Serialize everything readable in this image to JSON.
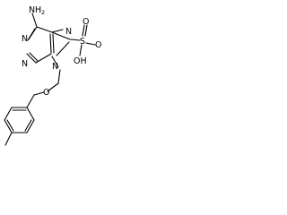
{
  "molecule": {
    "atoms": {
      "amine_n": "N",
      "amine_h": "H",
      "amine_sub": "2",
      "ring_n1": "N",
      "ring_n3": "N",
      "ring_n7": "N",
      "ring_n9": "N",
      "sulfur": "S",
      "sulfonyl_o1": "O",
      "sulfonyl_o2": "O",
      "hydroxyl": "OH",
      "ether_o": "O"
    }
  }
}
